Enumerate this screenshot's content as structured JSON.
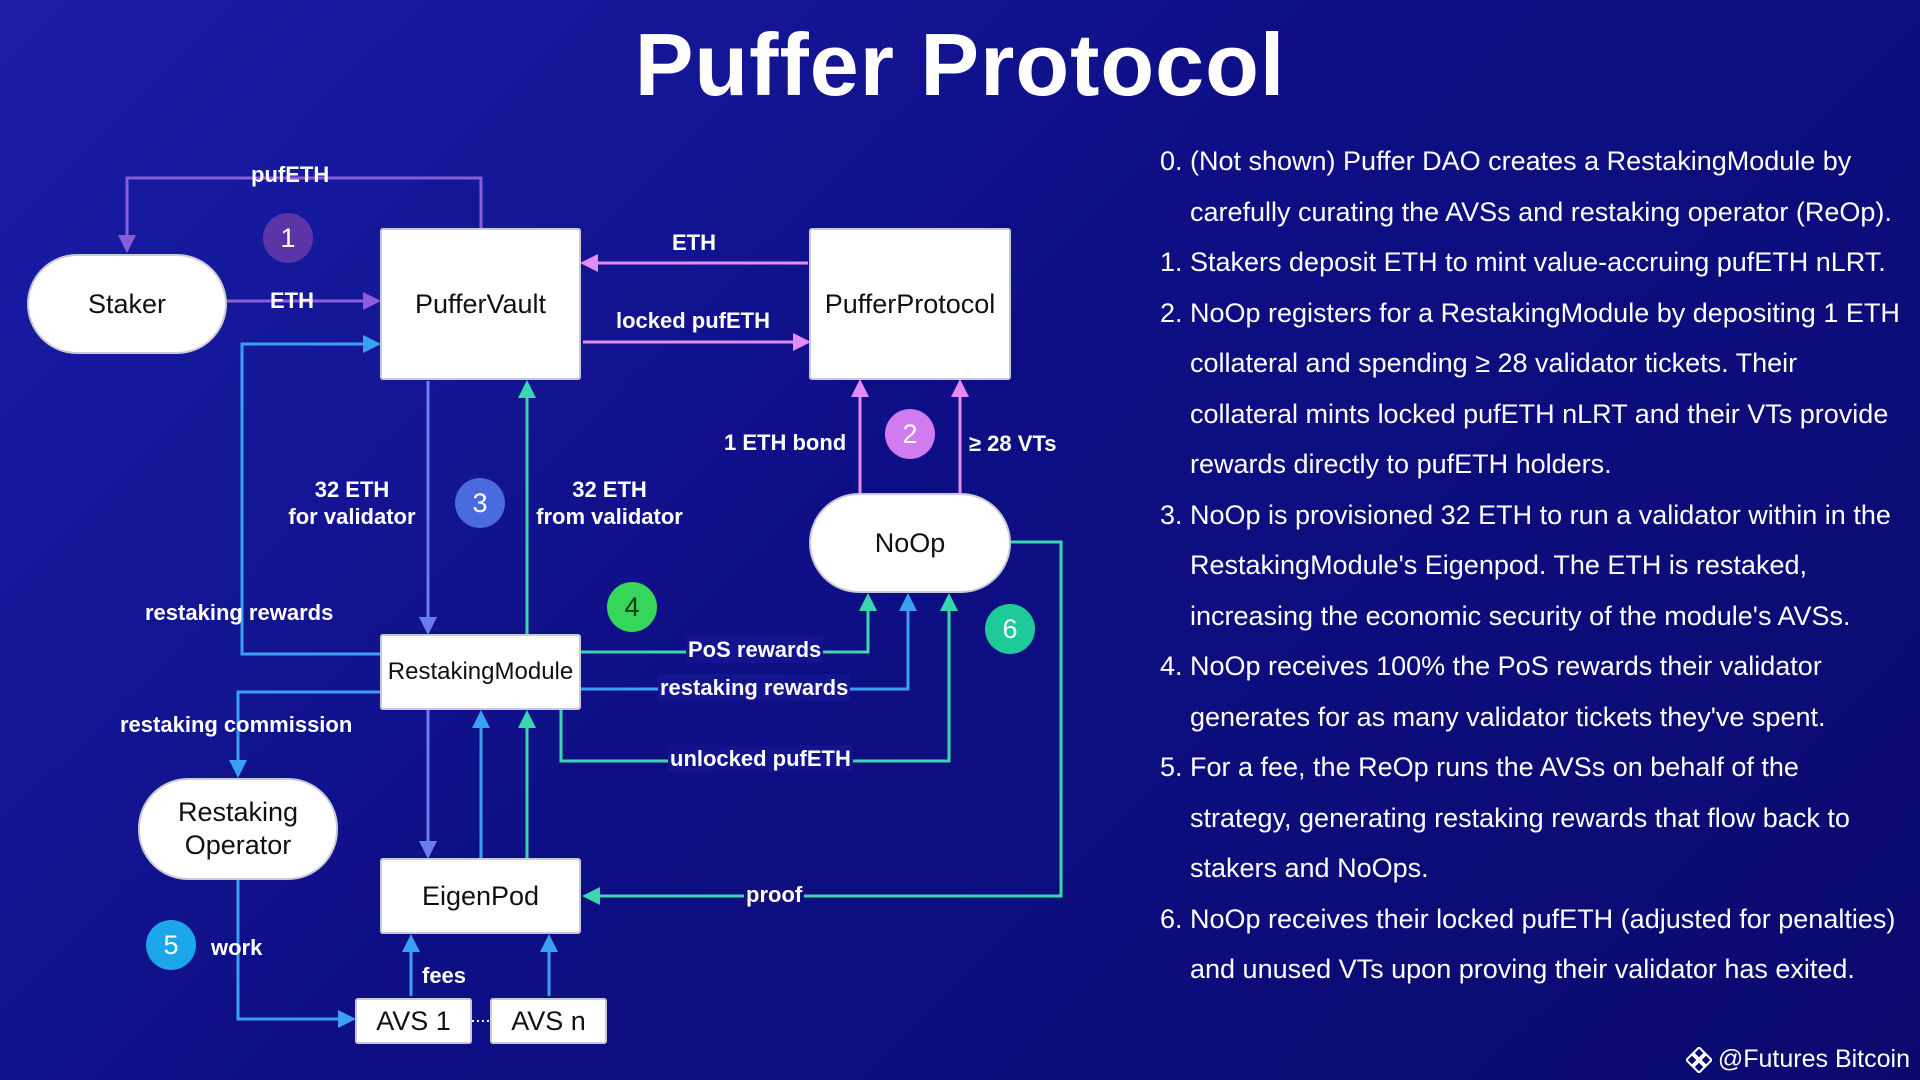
{
  "title": "Puffer Protocol",
  "nodes": {
    "staker": "Staker",
    "puffer_vault": "PufferVault",
    "puffer_protocol": "PufferProtocol",
    "noop": "NoOp",
    "restaking_module": "RestakingModule",
    "restaking_operator_line1": "Restaking",
    "restaking_operator_line2": "Operator",
    "eigenpod": "EigenPod",
    "avs1": "AVS 1",
    "avsn": "AVS n"
  },
  "edge_labels": {
    "pufeth_top": "pufETH",
    "eth_staker": "ETH",
    "eth_protocol": "ETH",
    "locked_pufeth": "locked pufETH",
    "one_eth_bond": "1 ETH bond",
    "vts": "≥ 28 VTs",
    "eth32_for_line1": "32 ETH",
    "eth32_for_line2": "for validator",
    "eth32_from_line1": "32 ETH",
    "eth32_from_line2": "from validator",
    "restaking_rewards_left": "restaking rewards",
    "pos_rewards": "PoS rewards",
    "restaking_rewards_right": "restaking rewards",
    "unlocked_pufeth": "unlocked pufETH",
    "restaking_commission": "restaking commission",
    "proof": "proof",
    "work": "work",
    "fees": "fees"
  },
  "badges": [
    {
      "label": "1",
      "color": "#5b35a8"
    },
    {
      "label": "2",
      "color": "#d27bf0"
    },
    {
      "label": "3",
      "color": "#4a6ae0"
    },
    {
      "label": "4",
      "color": "#35d65a"
    },
    {
      "label": "5",
      "color": "#1aa6e8"
    },
    {
      "label": "6",
      "color": "#1ec99a"
    }
  ],
  "colors": {
    "purple_line": "#8a5cd8",
    "pink_line": "#e48cf5",
    "blue_line": "#3aa0f0",
    "teal_line": "#39d6b0",
    "slate_blue_line": "#6a7cf0"
  },
  "steps": [
    {
      "num": "0.",
      "text": " (Not shown) Puffer DAO creates a RestakingModule by carefully curating the AVSs and restaking operator (ReOp)."
    },
    {
      "num": "1.",
      "text": "Stakers deposit ETH to mint value-accruing pufETH nLRT."
    },
    {
      "num": "2.",
      "text": "NoOp registers for a RestakingModule by depositing 1 ETH collateral and spending ≥ 28 validator tickets. Their collateral mints locked pufETH nLRT and their VTs provide rewards directly to pufETH holders."
    },
    {
      "num": "3.",
      "text": "NoOp is provisioned 32 ETH to run a validator within in the RestakingModule's Eigenpod. The ETH is restaked, increasing the economic security of the module's AVSs."
    },
    {
      "num": "4.",
      "text": "NoOp receives 100% the PoS rewards their validator generates for as many validator tickets they've spent."
    },
    {
      "num": "5.",
      "text": "For a fee, the ReOp runs the AVSs on behalf of the strategy, generating restaking rewards that flow back to stakers and NoOps."
    },
    {
      "num": "6.",
      "text": "NoOp receives their locked pufETH (adjusted for penalties) and unused VTs upon proving their validator has exited."
    }
  ],
  "watermark": "@Futures Bitcoin"
}
